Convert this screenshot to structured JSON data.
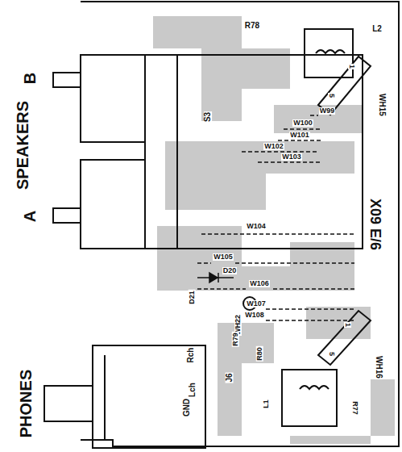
{
  "diagram": {
    "labels": [
      "SPEAKERS",
      "B",
      "A",
      "PHONES",
      "R78",
      "L2",
      "WH15",
      "1",
      "5",
      "W99",
      "W100",
      "W101",
      "W102",
      "W103",
      "S3",
      "X09 E/6",
      "W104",
      "W105",
      "D20",
      "W106",
      "D21",
      "W107",
      "W108",
      "WH22",
      "WH16",
      "1",
      "5",
      "GND",
      "Rch",
      "Lch",
      "J6",
      "R79",
      "R80",
      "L1",
      "R77"
    ]
  }
}
